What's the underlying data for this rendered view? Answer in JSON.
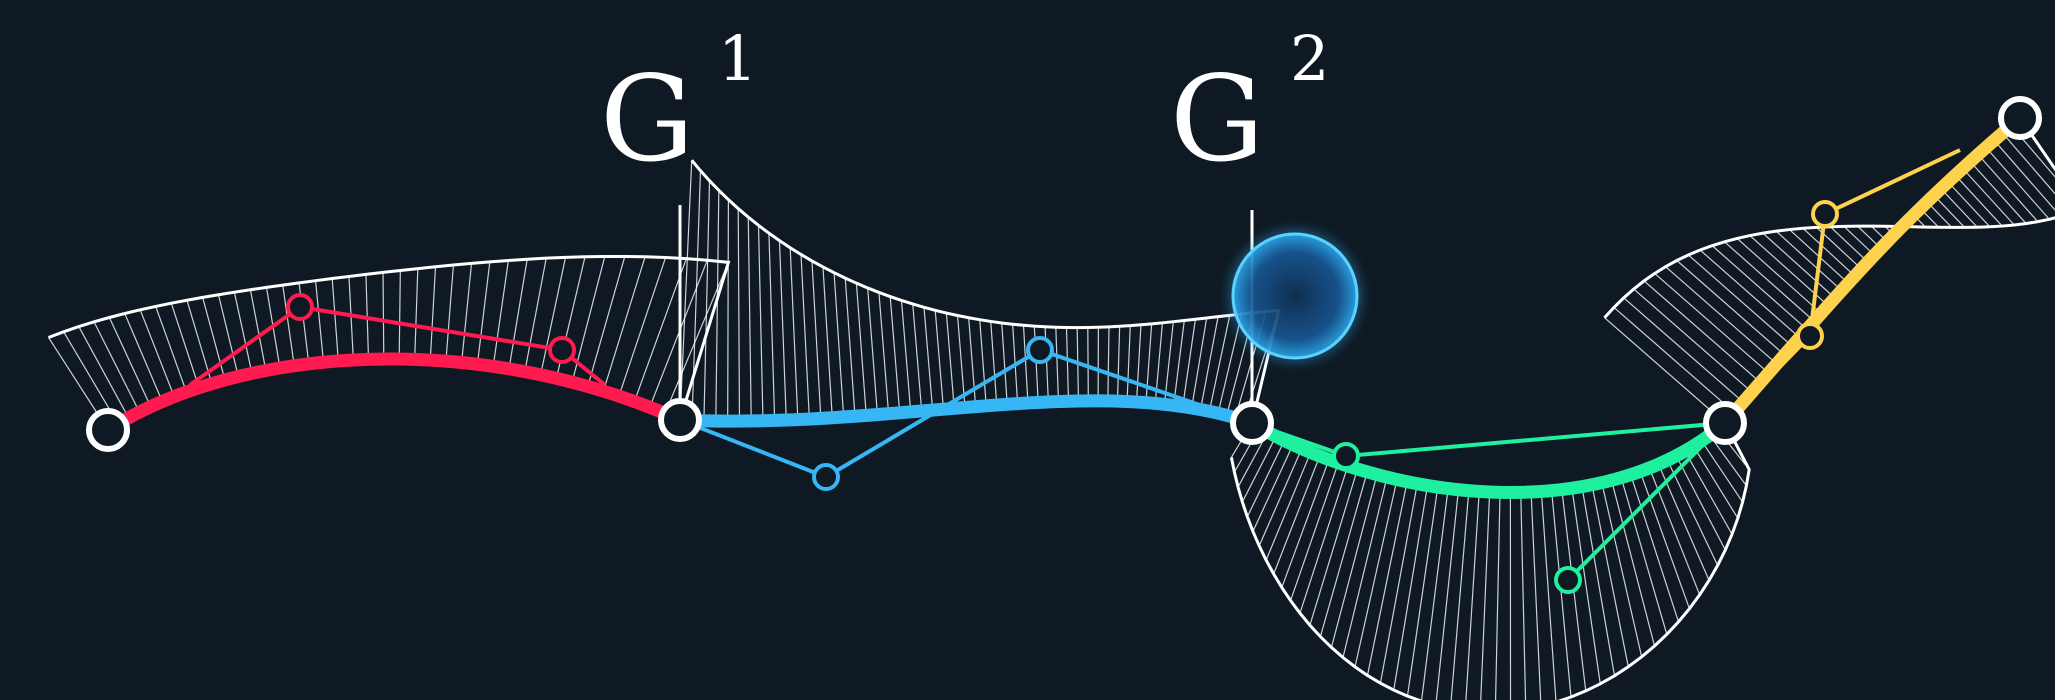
{
  "labels": {
    "g1": {
      "base": "G",
      "superscript": "1"
    },
    "g2": {
      "base": "G",
      "superscript": "2"
    }
  },
  "colors": {
    "background": "#0f1923",
    "segment_1": "#ff1a4f",
    "segment_2": "#37b6f5",
    "segment_3": "#1ef0a0",
    "segment_4": "#ffd24d",
    "curvature_comb": "#ffffff",
    "highlight": "#2aa6e8"
  },
  "segments": [
    {
      "name": "red",
      "color_key": "segment_1"
    },
    {
      "name": "blue",
      "color_key": "segment_2"
    },
    {
      "name": "green",
      "color_key": "segment_3"
    },
    {
      "name": "yellow",
      "color_key": "segment_4"
    }
  ]
}
